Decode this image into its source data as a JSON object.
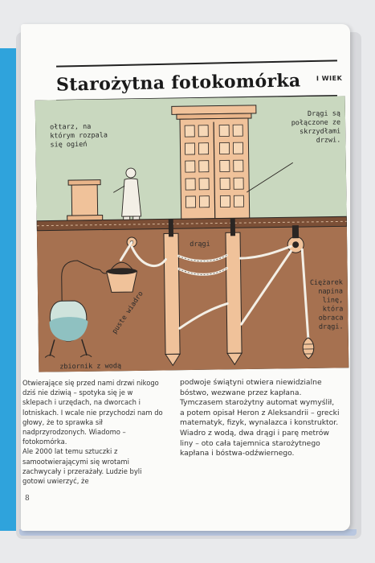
{
  "page": {
    "title": "Starożytna fotokomórka",
    "century": "I WIEK",
    "page_number": "8"
  },
  "illustration": {
    "label_altar": [
      "ołtarz, na",
      "którym rozpala",
      "się ogień"
    ],
    "label_rods_connected": [
      "Drągi są",
      "połączone ze",
      "skrzydłami",
      "drzwi."
    ],
    "label_rods": "drągi",
    "label_weight": [
      "Ciężarek",
      "napina",
      "linę,",
      "która",
      "obraca",
      "drągi."
    ],
    "label_bucket": "puste wiadro",
    "label_tank": "zbiornik z wodą",
    "colors": {
      "sky": "#cfdcc4",
      "ground": "#a67150",
      "temple": "#f0c29a",
      "outline": "#2b2623"
    }
  },
  "body": {
    "left_paragraphs": [
      "Otwierające się przed nami drzwi nikogo dziś nie dziwią – spotyka się je w sklepach i urzędach, na dworcach i lotniskach. I wcale nie przychodzi nam do głowy, że to sprawka sił nadprzyrodzonych. Wiadomo – fotokomórka.",
      "Ale 2000 lat temu sztuczki z samootwierającymi się wrotami zachwycały i przerażały. Ludzie byli gotowi uwierzyć, że"
    ],
    "right_paragraphs": [
      "podwoje świątyni otwiera niewidzialne bóstwo, wezwane przez kapłana. Tymczasem starożytny automat wymyślił, a potem opisał Heron z Aleksandrii – grecki matematyk, fizyk, wynalazca i konstruktor.",
      "Wiadro z wodą, dwa drągi i parę metrów liny – oto cała tajemnica starożytnego kapłana i bóstwa-odźwiernego."
    ]
  }
}
